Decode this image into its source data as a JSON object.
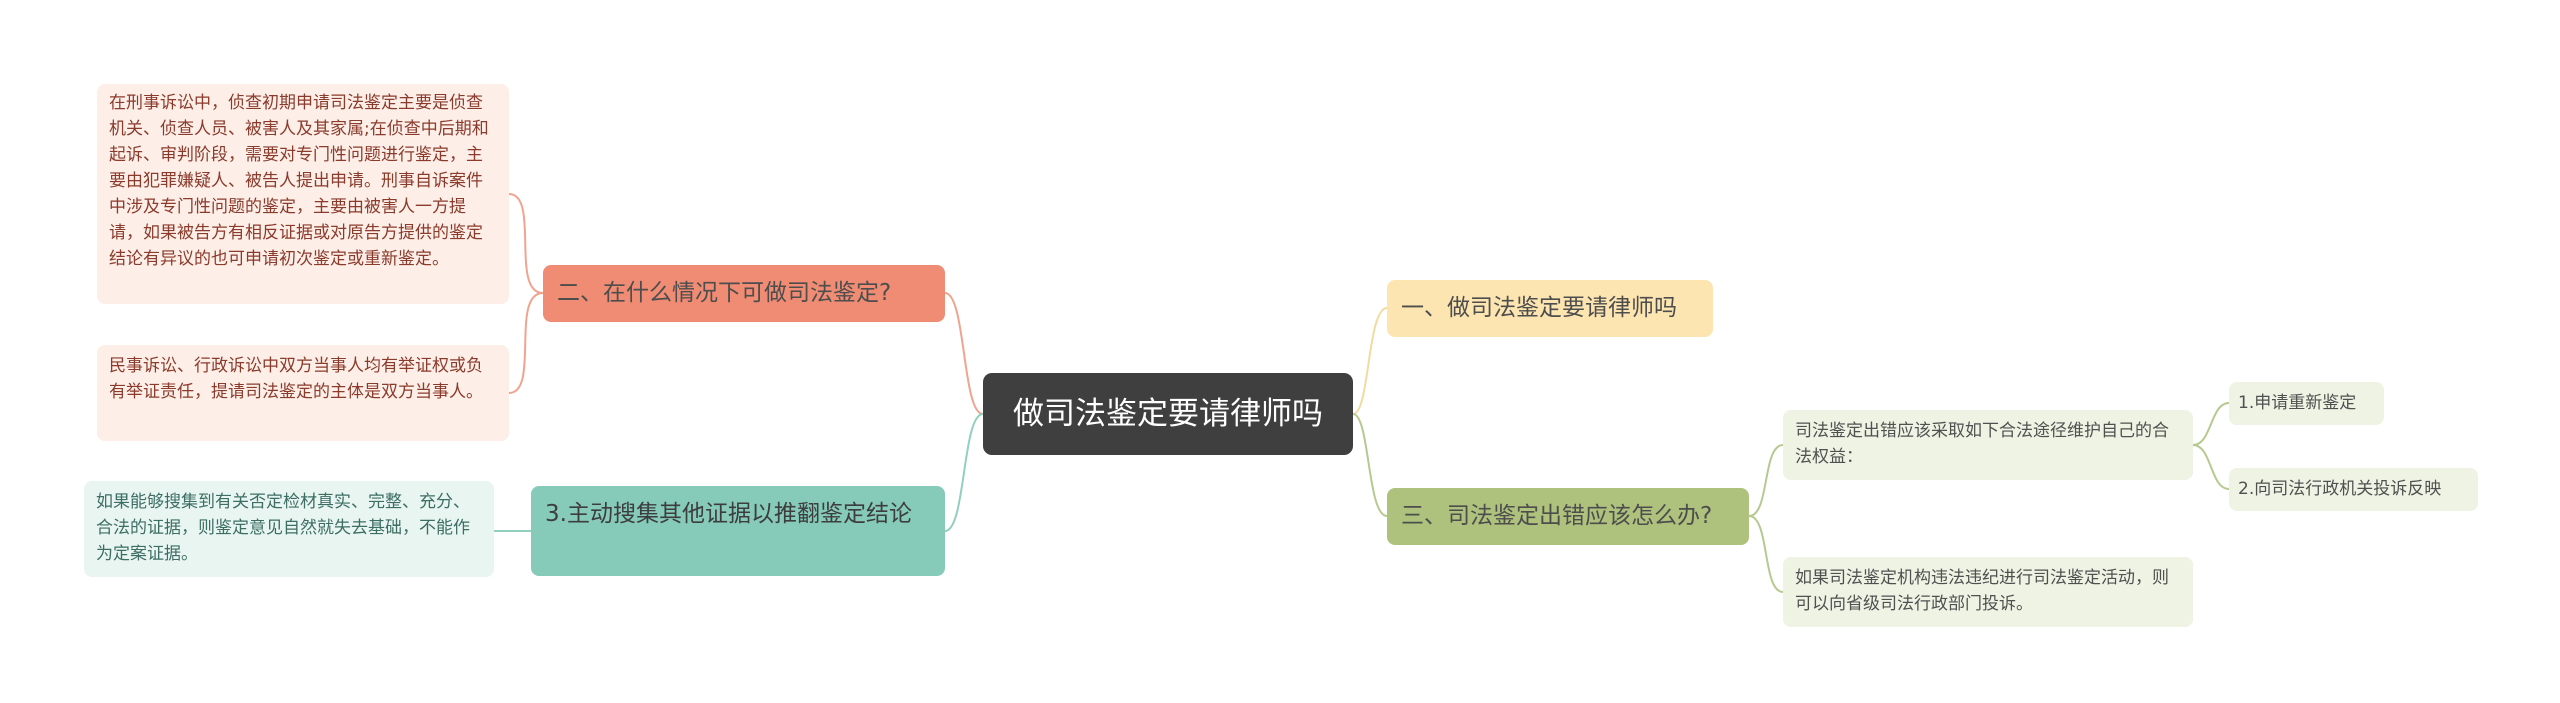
{
  "root": {
    "label": "做司法鉴定要请律师吗"
  },
  "branches": [
    {
      "label": "一、做司法鉴定要请律师吗"
    },
    {
      "label": "二、在什么情况下可做司法鉴定?"
    },
    {
      "label": "三、司法鉴定出错应该怎么办?"
    },
    {
      "label": "3.主动搜集其他证据以推翻鉴定结论"
    }
  ],
  "leaves": {
    "criminal": "在刑事诉讼中，侦查初期申请司法鉴定主要是侦查机关、侦查人员、被害人及其家属;在侦查中后期和起诉、审判阶段，需要对专门性问题进行鉴定，主要由犯罪嫌疑人、被告人提出申请。刑事自诉案件中涉及专门性问题的鉴定，主要由被害人一方提请，如果被告方有相反证据或对原告方提供的鉴定结论有异议的也可申请初次鉴定或重新鉴定。",
    "civil": "民事诉讼、行政诉讼中双方当事人均有举证权或负有举证责任，提请司法鉴定的主体是双方当事人。",
    "evidence": "如果能够搜集到有关否定检材真实、完整、充分、合法的证据，则鉴定意见自然就失去基础，不能作为定案证据。",
    "rights": "司法鉴定出错应该采取如下合法途径维护自己的合法权益：",
    "violation": "如果司法鉴定机构违法违纪进行司法鉴定活动，则可以向省级司法行政部门投诉。",
    "re_appraisal": "1.申请重新鉴定",
    "complaint": "2.向司法行政机关投诉反映"
  },
  "colors": {
    "root_bg": "#3f3f3f",
    "branch1": "#fde5b1",
    "branch2": "#f18c74",
    "branch3": "#aec27d",
    "branch4": "#86cbb9",
    "line_yellow": "#f2dba0",
    "line_orange": "#f0a48f",
    "line_green": "#b6c98f",
    "line_teal": "#93cfbf"
  }
}
